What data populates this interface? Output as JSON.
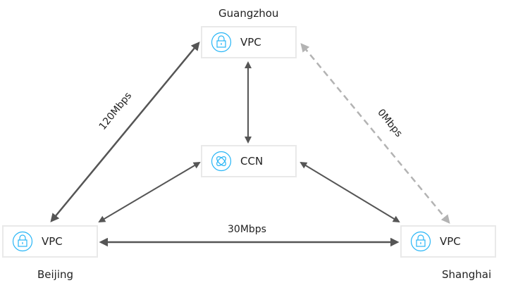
{
  "nodes": {
    "guangzhou": {
      "city": "Guangzhou",
      "label": "VPC",
      "icon": "lock-icon"
    },
    "ccn": {
      "label": "CCN",
      "icon": "atom-icon"
    },
    "beijing": {
      "city": "Beijing",
      "label": "VPC",
      "icon": "lock-icon"
    },
    "shanghai": {
      "city": "Shanghai",
      "label": "VPC",
      "icon": "lock-icon"
    }
  },
  "links": {
    "beijing_guangzhou": "120Mbps",
    "shanghai_guangzhou": "0Mbps",
    "beijing_shanghai": "30Mbps"
  },
  "colors": {
    "line": "#555555",
    "dashed": "#b3b3b3",
    "icon": "#29b6f6"
  }
}
